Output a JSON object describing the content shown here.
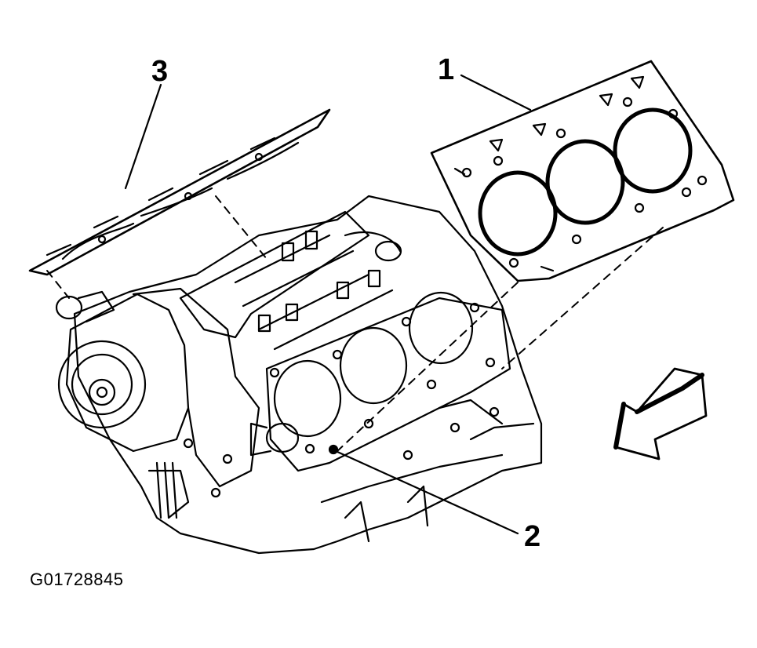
{
  "figure_id": "G01728845",
  "callouts": [
    {
      "number": "1",
      "part": "head-gasket-right"
    },
    {
      "number": "2",
      "part": "dowel-pin"
    },
    {
      "number": "3",
      "part": "head-gasket-left"
    }
  ],
  "colors": {
    "ink": "#000000",
    "paper": "#ffffff"
  },
  "icons": {
    "direction_arrow": "front-direction-arrow-icon"
  }
}
